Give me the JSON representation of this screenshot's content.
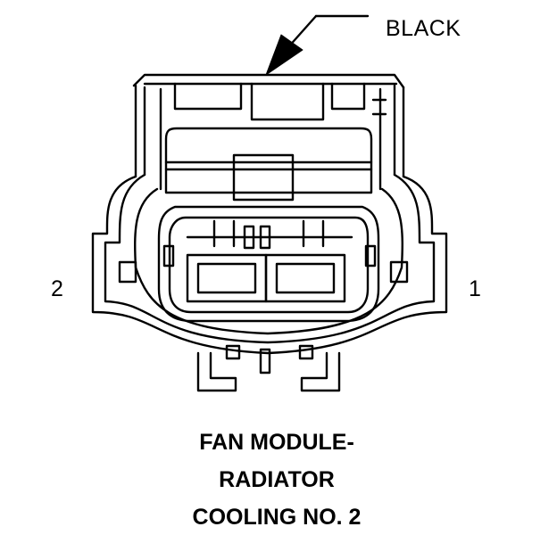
{
  "connector": {
    "color_label": "BLACK",
    "pin_left": "2",
    "pin_right": "1",
    "caption_lines": [
      "FAN MODULE-",
      "RADIATOR",
      "COOLING NO. 2"
    ]
  },
  "colors": {
    "ink": "#000000",
    "paper": "#ffffff"
  }
}
